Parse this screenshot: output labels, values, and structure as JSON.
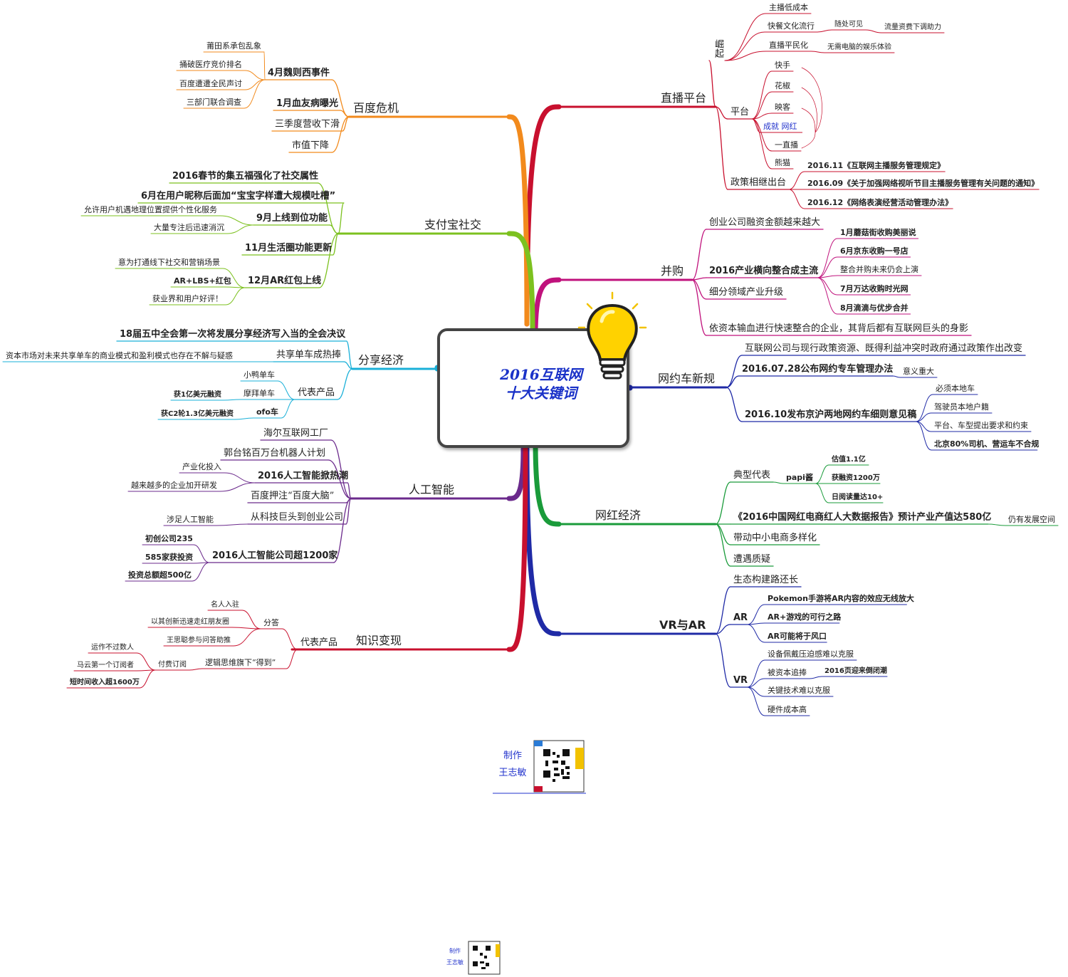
{
  "center": {
    "title": "2016互联网\n十大关键词"
  },
  "credit": {
    "label": "制作\n王志敏"
  },
  "branches": [
    {
      "label": "直播平台",
      "color": "#c8102e",
      "children": [
        {
          "label": "崛起",
          "vertical": true,
          "children": [
            {
              "label": "主播低成本"
            },
            {
              "label": "快餐文化流行",
              "children": [
                {
                  "label": "随处可见",
                  "children": [
                    {
                      "label": "流量资费下调助力"
                    }
                  ]
                }
              ]
            },
            {
              "label": "直播平民化",
              "children": [
                {
                  "label": "无需电脑的娱乐体验"
                }
              ]
            }
          ]
        },
        {
          "label": "平台",
          "children": [
            {
              "label": "快手"
            },
            {
              "label": "花椒"
            },
            {
              "label": "映客"
            },
            {
              "label": "成就 网红",
              "blue": true
            },
            {
              "label": "一直播"
            },
            {
              "label": "熊猫"
            }
          ]
        },
        {
          "label": "政策相继出台",
          "children": [
            {
              "label": "2016.11《互联网主播服务管理规定》"
            },
            {
              "label": "2016.09《关于加强网络视听节目主播服务管理有关问题的通知》"
            },
            {
              "label": "2016.12《网络表演经营活动管理办法》"
            }
          ]
        }
      ]
    },
    {
      "label": "并购",
      "color": "#c0127c",
      "children": [
        {
          "label": "创业公司融资金额越来越大"
        },
        {
          "label": "2016产业横向整合成主流",
          "children": [
            {
              "label": "1月蘑菇街收购美丽说"
            },
            {
              "label": "6月京东收购一号店"
            },
            {
              "label": "整合并购未来仍会上演"
            },
            {
              "label": "7月万达收购时光网"
            },
            {
              "label": "8月滴滴与优步合并"
            }
          ]
        },
        {
          "label": "细分领域产业升级"
        },
        {
          "label": "依资本输血进行快速整合的企业，其背后都有互联网巨头的身影"
        }
      ]
    },
    {
      "label": "网约车新规",
      "color": "#1f2aa6",
      "children": [
        {
          "label": "互联网公司与现行政策资源、既得利益冲突时政府通过政策作出改变"
        },
        {
          "label": "2016.07.28公布网约专车管理办法",
          "children": [
            {
              "label": "意义重大"
            }
          ]
        },
        {
          "label": "2016.10发布京沪两地网约车细则意见稿",
          "children": [
            {
              "label": "必须本地车"
            },
            {
              "label": "驾驶员本地户籍"
            },
            {
              "label": "平台、车型提出要求和约束"
            },
            {
              "label": "北京80%司机、营运车不合规"
            }
          ]
        }
      ]
    },
    {
      "label": "网红经济",
      "color": "#1a9b3a",
      "children": [
        {
          "label": "典型代表",
          "children": [
            {
              "label": "papi酱",
              "children": [
                {
                  "label": "估值1.1亿"
                },
                {
                  "label": "获融资1200万"
                },
                {
                  "label": "日阅读量达10+"
                }
              ]
            }
          ]
        },
        {
          "label": "《2016中国网红电商红人大数据报告》预计产业产值达580亿",
          "children": [
            {
              "label": "仍有发展空间"
            }
          ]
        },
        {
          "label": "带动中小电商多样化"
        },
        {
          "label": "遭遇质疑"
        }
      ]
    },
    {
      "label": "VR与AR",
      "color": "#1f2aa6",
      "children": [
        {
          "label": "生态构建路还长"
        },
        {
          "label": "AR",
          "children": [
            {
              "label": "Pokemon手游将AR内容的效应无线放大"
            },
            {
              "label": "AR+游戏的可行之路"
            },
            {
              "label": "AR可能将于风口"
            }
          ]
        },
        {
          "label": "VR",
          "children": [
            {
              "label": "设备佩戴压迫感难以克服"
            },
            {
              "label": "被资本追捧",
              "children": [
                {
                  "label": "2016页迎来倒闭潮"
                }
              ]
            },
            {
              "label": "关键技术难以克服"
            },
            {
              "label": "硬件成本高"
            }
          ]
        }
      ]
    },
    {
      "label": "百度危机",
      "color": "#f28a1c",
      "children": [
        {
          "label": "4月魏则西事件",
          "children": [
            {
              "label": "莆田系承包乱象"
            },
            {
              "label": "捅破医疗竞价排名"
            },
            {
              "label": "百度遭遭全民声讨"
            },
            {
              "label": "三部门联合调查"
            }
          ]
        },
        {
          "label": "1月血友病曝光"
        },
        {
          "label": "三季度营收下滑"
        },
        {
          "label": "市值下降"
        }
      ]
    },
    {
      "label": "支付宝社交",
      "color": "#7cc11f",
      "children": [
        {
          "label": "2016春节的集五福强化了社交属性"
        },
        {
          "label": "6月在用户昵称后面加“宝宝字样遭大规模吐槽”"
        },
        {
          "label": "9月上线到位功能",
          "children": [
            {
              "label": "允许用户机遇地理位置提供个性化服务"
            },
            {
              "label": "大量专注后迅速消沉"
            }
          ]
        },
        {
          "label": "11月生活圈功能更新"
        },
        {
          "label": "12月AR红包上线",
          "children": [
            {
              "label": "意为打通线下社交和营销场景"
            },
            {
              "label": "AR+LBS+红包"
            },
            {
              "label": "获业界和用户好评！"
            }
          ]
        }
      ]
    },
    {
      "label": "分享经济",
      "color": "#1ab0d8",
      "children": [
        {
          "label": "18届五中全会第一次将发展分享经济写入当的全会决议"
        },
        {
          "label": "共享单车成热捧",
          "children": [
            {
              "label": "资本市场对未来共享单车的商业模式和盈利模式也存在不解与疑惑"
            }
          ]
        },
        {
          "label": "代表产品",
          "children": [
            {
              "label": "小鸭单车"
            },
            {
              "label": "摩拜单车",
              "children": [
                {
                  "label": "获1亿美元融资"
                }
              ]
            },
            {
              "label": "ofo车",
              "children": [
                {
                  "label": "获C2轮1.3亿美元融资"
                }
              ]
            }
          ]
        }
      ]
    },
    {
      "label": "人工智能",
      "color": "#6b2a8c",
      "children": [
        {
          "label": "海尔互联网工厂"
        },
        {
          "label": "郭台铭百万台机器人计划"
        },
        {
          "label": "2016人工智能掀热潮",
          "children": [
            {
              "label": "产业化投入"
            },
            {
              "label": "越来越多的企业加开研发"
            }
          ]
        },
        {
          "label": "百度押注“百度大脑”"
        },
        {
          "label": "从科技巨头到创业公司",
          "children": [
            {
              "label": "涉足人工智能"
            }
          ]
        },
        {
          "label": "2016人工智能公司超1200家",
          "children": [
            {
              "label": "初创公司235"
            },
            {
              "label": "585家获投资"
            },
            {
              "label": "投资总额超500亿"
            }
          ]
        }
      ]
    },
    {
      "label": "知识变现",
      "color": "#c8102e",
      "children": [
        {
          "label": "代表产品",
          "children": [
            {
              "label": "分答",
              "children": [
                {
                  "label": "名人入驻"
                },
                {
                  "label": "以其创新迅速走红朋友圈"
                },
                {
                  "label": "王思聪参与问答助推"
                }
              ]
            },
            {
              "label": "逻辑思维旗下“得到”",
              "children": [
                {
                  "label": "付费订阅",
                  "children": [
                    {
                      "label": "运作不过数人"
                    },
                    {
                      "label": "马云第一个订阅者"
                    },
                    {
                      "label": "短时间收入超1600万"
                    }
                  ]
                }
              ]
            }
          ]
        }
      ]
    }
  ]
}
